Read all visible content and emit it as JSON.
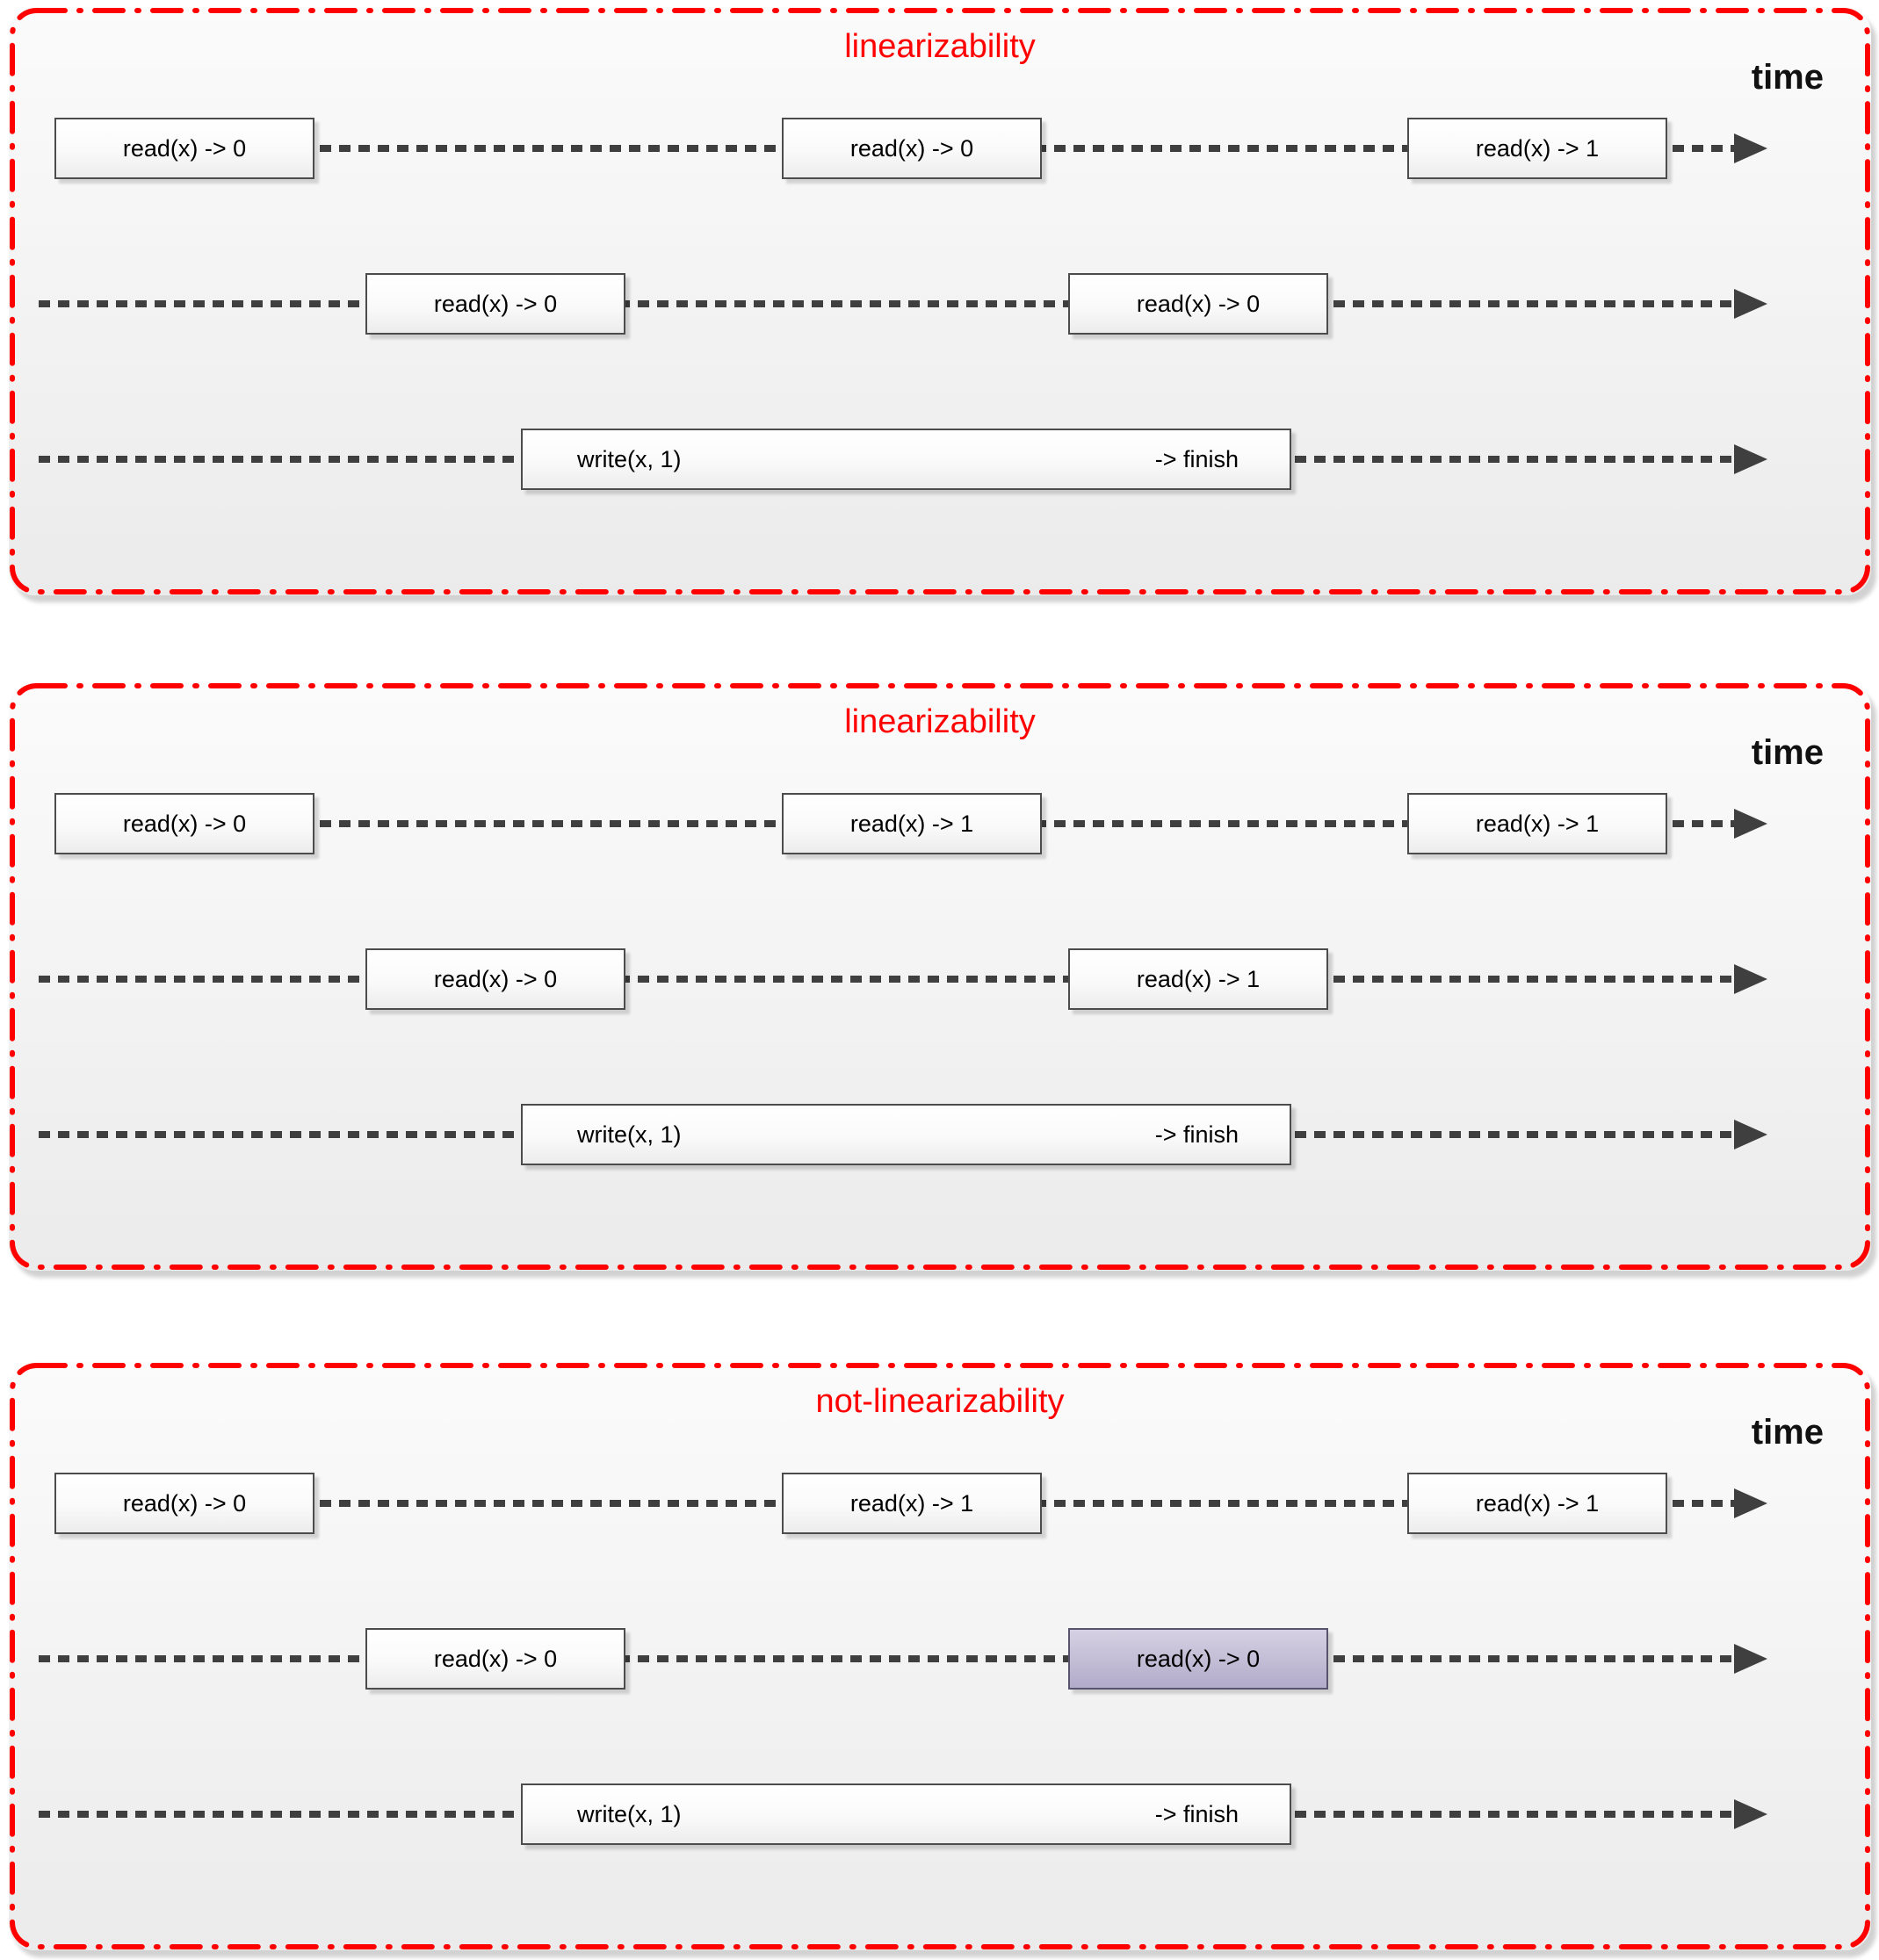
{
  "colors": {
    "border_red": "#ff0000",
    "title_red": "#ff0000",
    "timeline_dash": "#3f3f3f",
    "box_border": "#4c4c4c",
    "highlight_fill_top": "#d6d1e3",
    "highlight_fill_bottom": "#b2abca",
    "highlight_border": "#59546e"
  },
  "panels": [
    {
      "title": "linearizability",
      "time_label": "time",
      "rows": [
        {
          "boxes": [
            {
              "label": "read(x) -> 0"
            },
            {
              "label": "read(x) -> 0"
            },
            {
              "label": "read(x) -> 1"
            }
          ]
        },
        {
          "boxes": [
            {
              "label": "read(x) -> 0"
            },
            {
              "label": "read(x) -> 0"
            }
          ]
        },
        {
          "write_label": "write(x, 1)",
          "finish_label": "->  finish"
        }
      ]
    },
    {
      "title": "linearizability",
      "time_label": "time",
      "rows": [
        {
          "boxes": [
            {
              "label": "read(x) -> 0"
            },
            {
              "label": "read(x) -> 1"
            },
            {
              "label": "read(x) -> 1"
            }
          ]
        },
        {
          "boxes": [
            {
              "label": "read(x) -> 0"
            },
            {
              "label": "read(x) -> 1"
            }
          ]
        },
        {
          "write_label": "write(x, 1)",
          "finish_label": "->  finish"
        }
      ]
    },
    {
      "title": "not-linearizability",
      "time_label": "time",
      "rows": [
        {
          "boxes": [
            {
              "label": "read(x) -> 0"
            },
            {
              "label": "read(x) -> 1"
            },
            {
              "label": "read(x) -> 1"
            }
          ]
        },
        {
          "boxes": [
            {
              "label": "read(x) -> 0"
            },
            {
              "label": "read(x) -> 0",
              "highlighted": true
            }
          ]
        },
        {
          "write_label": "write(x, 1)",
          "finish_label": "->  finish"
        }
      ]
    }
  ]
}
